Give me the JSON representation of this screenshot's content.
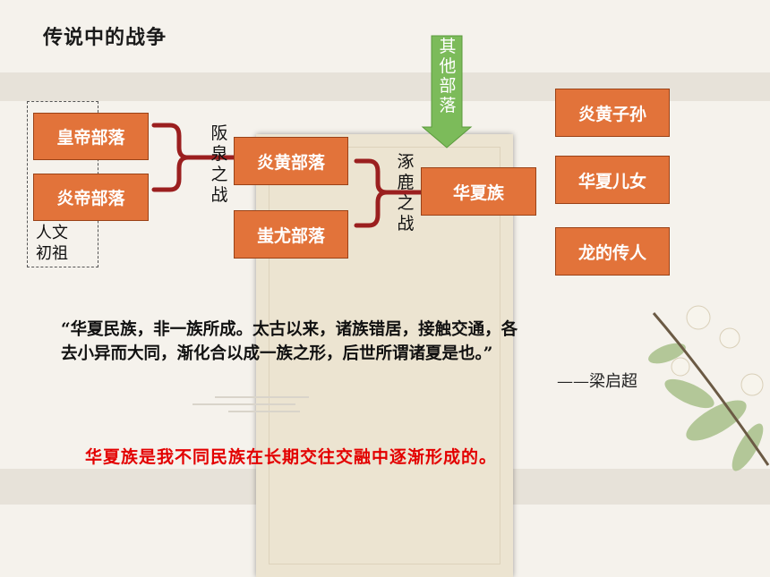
{
  "title": "传说中的战争",
  "tribes_left": {
    "huangdi": "皇帝部落",
    "yandi": "炎帝部落",
    "note_line1": "人文",
    "note_line2": "初祖"
  },
  "battle1": [
    "阪",
    "泉",
    "之",
    "战"
  ],
  "tribes_mid": {
    "yanhuang": "炎黄部落",
    "chiyou": "蚩尤部落"
  },
  "battle2": [
    "涿",
    "鹿",
    "之",
    "战"
  ],
  "other_tribes": [
    "其",
    "他",
    "部",
    "落"
  ],
  "huaxia": "华夏族",
  "right_labels": [
    "炎黄子孙",
    "华夏儿女",
    "龙的传人"
  ],
  "quote": {
    "line1": "“华夏民族，非一族所成。太古以来，诸族错居，接触交通，各",
    "line2": "去小异而大同，渐化合以成一族之形，后世所谓诸夏是也。”",
    "author": "——梁启超"
  },
  "conclusion": "华夏族是我不同民族在长期交往交融中逐渐形成的。",
  "colors": {
    "box": "#e2733a",
    "bracket": "#9b1f1f",
    "arrow": "#7cbb5a",
    "conclusion": "#e30000"
  }
}
